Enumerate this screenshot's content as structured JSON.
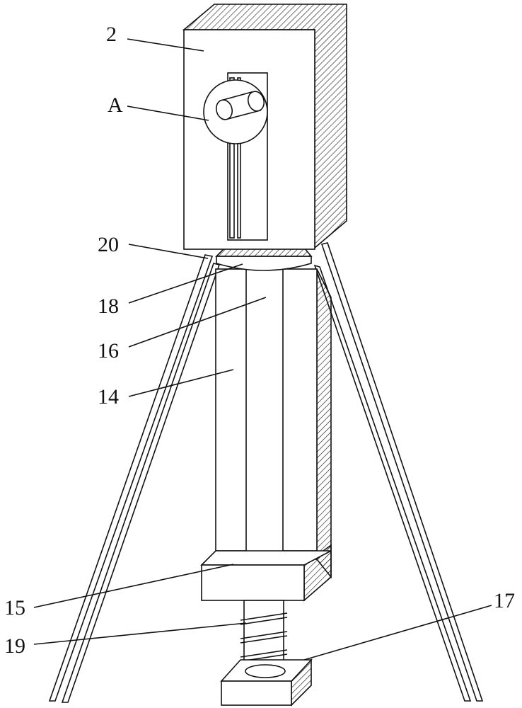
{
  "labels": {
    "l2": "2",
    "lA": "A",
    "l20": "20",
    "l18": "18",
    "l16": "16",
    "l14": "14",
    "l15": "15",
    "l19": "19",
    "l17": "17"
  }
}
